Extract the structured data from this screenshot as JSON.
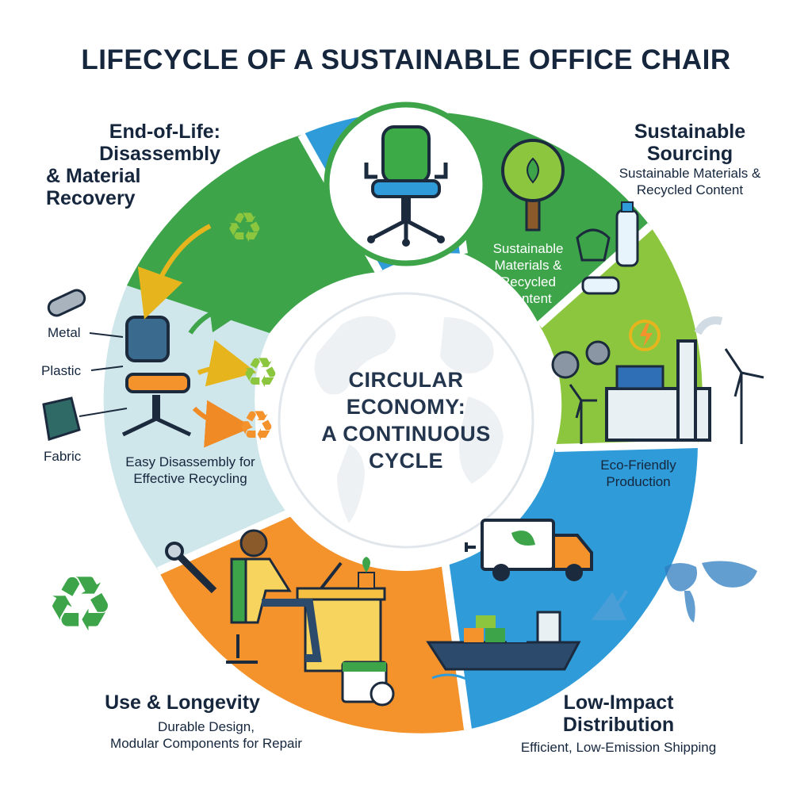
{
  "title": "LIFECYCLE OF A SUSTAINABLE OFFICE CHAIR",
  "center": {
    "line1": "CIRCULAR",
    "line2": "ECONOMY:",
    "line3": "A CONTINUOUS",
    "line4": "CYCLE"
  },
  "stages": {
    "sourcing": {
      "title_line1": "Sustainable",
      "title_line2": "Sourcing",
      "sub_line1": "Sustainable Materials &",
      "sub_line2": "Recycled Content",
      "inner_line1": "Sustainable",
      "inner_line2": "Materials &",
      "inner_line3": "Recycled",
      "inner_line4": "Content"
    },
    "production": {
      "inner_line1": "Eco-Friendly",
      "inner_line2": "Production"
    },
    "distribution": {
      "title_line1": "Low-Impact",
      "title_line2": "Distribution",
      "sub": "Efficient, Low-Emission Shipping"
    },
    "use": {
      "title": "Use & Longevity",
      "sub_line1": "Durable Design,",
      "sub_line2": "Modular Components for Repair"
    },
    "end_of_life": {
      "title_line1": "End-of-Life:",
      "title_line2": "Disassembly",
      "title_line3": "& Material",
      "title_line4": "Recovery",
      "inner_line1": "Easy Disassembly for",
      "inner_line2": "Effective Recycling",
      "materials": [
        "Metal",
        "Plastic",
        "Fabric"
      ]
    }
  },
  "colors": {
    "blue": "#2f9bd8",
    "green": "#3da44a",
    "lime": "#8cc63f",
    "light_blue": "#cfe6ea",
    "orange": "#f4922c",
    "dark_navy": "#15263d"
  }
}
